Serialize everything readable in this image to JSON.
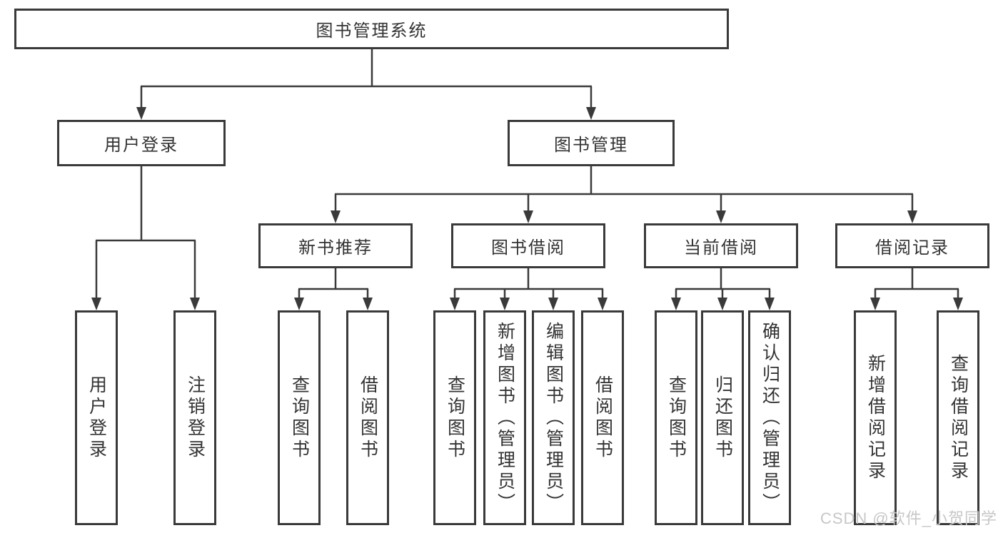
{
  "diagram": {
    "type": "tree",
    "colors": {
      "line": "#3a3a3a",
      "text": "#333333",
      "box_bg": "#ffffff",
      "watermark": "#c7c7c7"
    },
    "watermark": "CSDN @软件_小贺同学",
    "nodes": {
      "root": {
        "label": "图书管理系统"
      },
      "user_login": {
        "label": "用户登录"
      },
      "book_mgmt": {
        "label": "图书管理"
      },
      "user_login_leaf": {
        "label": "用户登录"
      },
      "logout_leaf": {
        "label": "注销登录"
      },
      "new_book_rec": {
        "label": "新书推荐"
      },
      "book_borrow": {
        "label": "图书借阅"
      },
      "current_borrow": {
        "label": "当前借阅"
      },
      "borrow_record": {
        "label": "借阅记录"
      },
      "nbr_query": {
        "label": "查询图书"
      },
      "nbr_borrow": {
        "label": "借阅图书"
      },
      "bb_query": {
        "label": "查询图书"
      },
      "bb_add": {
        "label": "新增图书（管理员）"
      },
      "bb_edit": {
        "label": "编辑图书（管理员）"
      },
      "bb_borrow": {
        "label": "借阅图书"
      },
      "cb_query": {
        "label": "查询图书"
      },
      "cb_return": {
        "label": "归还图书"
      },
      "cb_confirm": {
        "label": "确认归还（管理员）"
      },
      "br_add": {
        "label": "新增借阅记录"
      },
      "br_query": {
        "label": "查询借阅记录"
      }
    },
    "hierarchy": {
      "图书管理系统": {
        "用户登录": [
          "用户登录",
          "注销登录"
        ],
        "图书管理": {
          "新书推荐": [
            "查询图书",
            "借阅图书"
          ],
          "图书借阅": [
            "查询图书",
            "新增图书（管理员）",
            "编辑图书（管理员）",
            "借阅图书"
          ],
          "当前借阅": [
            "查询图书",
            "归还图书",
            "确认归还（管理员）"
          ],
          "借阅记录": [
            "新增借阅记录",
            "查询借阅记录"
          ]
        }
      }
    }
  }
}
